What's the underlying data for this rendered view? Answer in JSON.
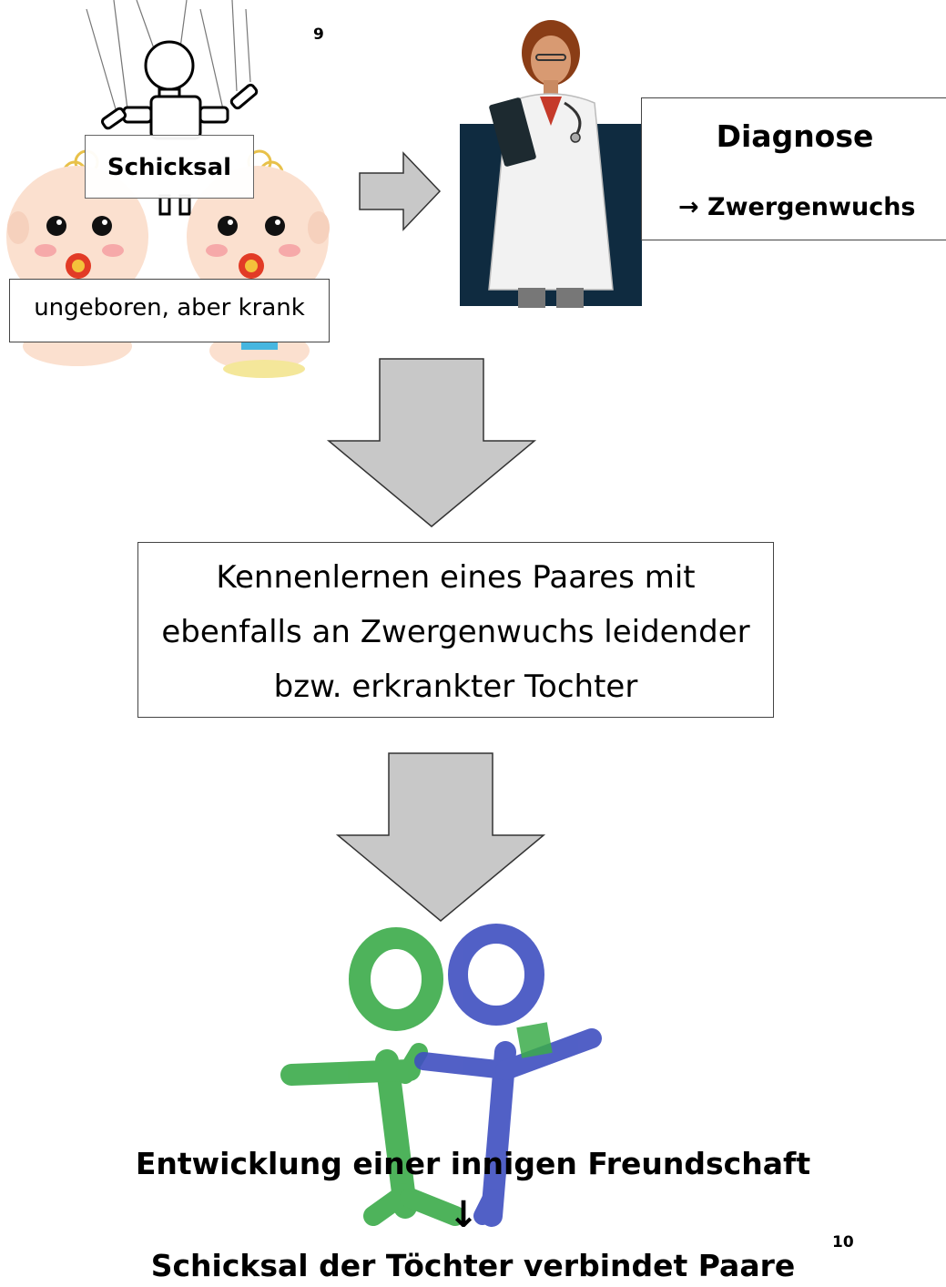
{
  "page_numbers": {
    "top": "9",
    "bottom": "10"
  },
  "marionette": {
    "label": "Schicksal"
  },
  "babies": {
    "caption": "ungeboren, aber krank"
  },
  "diagnosis": {
    "title": "Diagnose",
    "result": "→ Zwergenwuchs"
  },
  "middle_box": {
    "lines": [
      "Kennenlernen eines Paares mit",
      "ebenfalls an Zwergenwuchs leidender",
      "bzw. erkrankter Tochter"
    ]
  },
  "conclusion": {
    "line1": "Entwicklung einer innigen Freundschaft",
    "arrow": "↓",
    "line2": "Schicksal der Töchter verbindet Paare"
  },
  "colors": {
    "arrow_fill": "#c8c8c8",
    "doctor_bg": "#0f2b40",
    "figure_green": "#3bab4a",
    "figure_blue": "#3f4fc0"
  }
}
